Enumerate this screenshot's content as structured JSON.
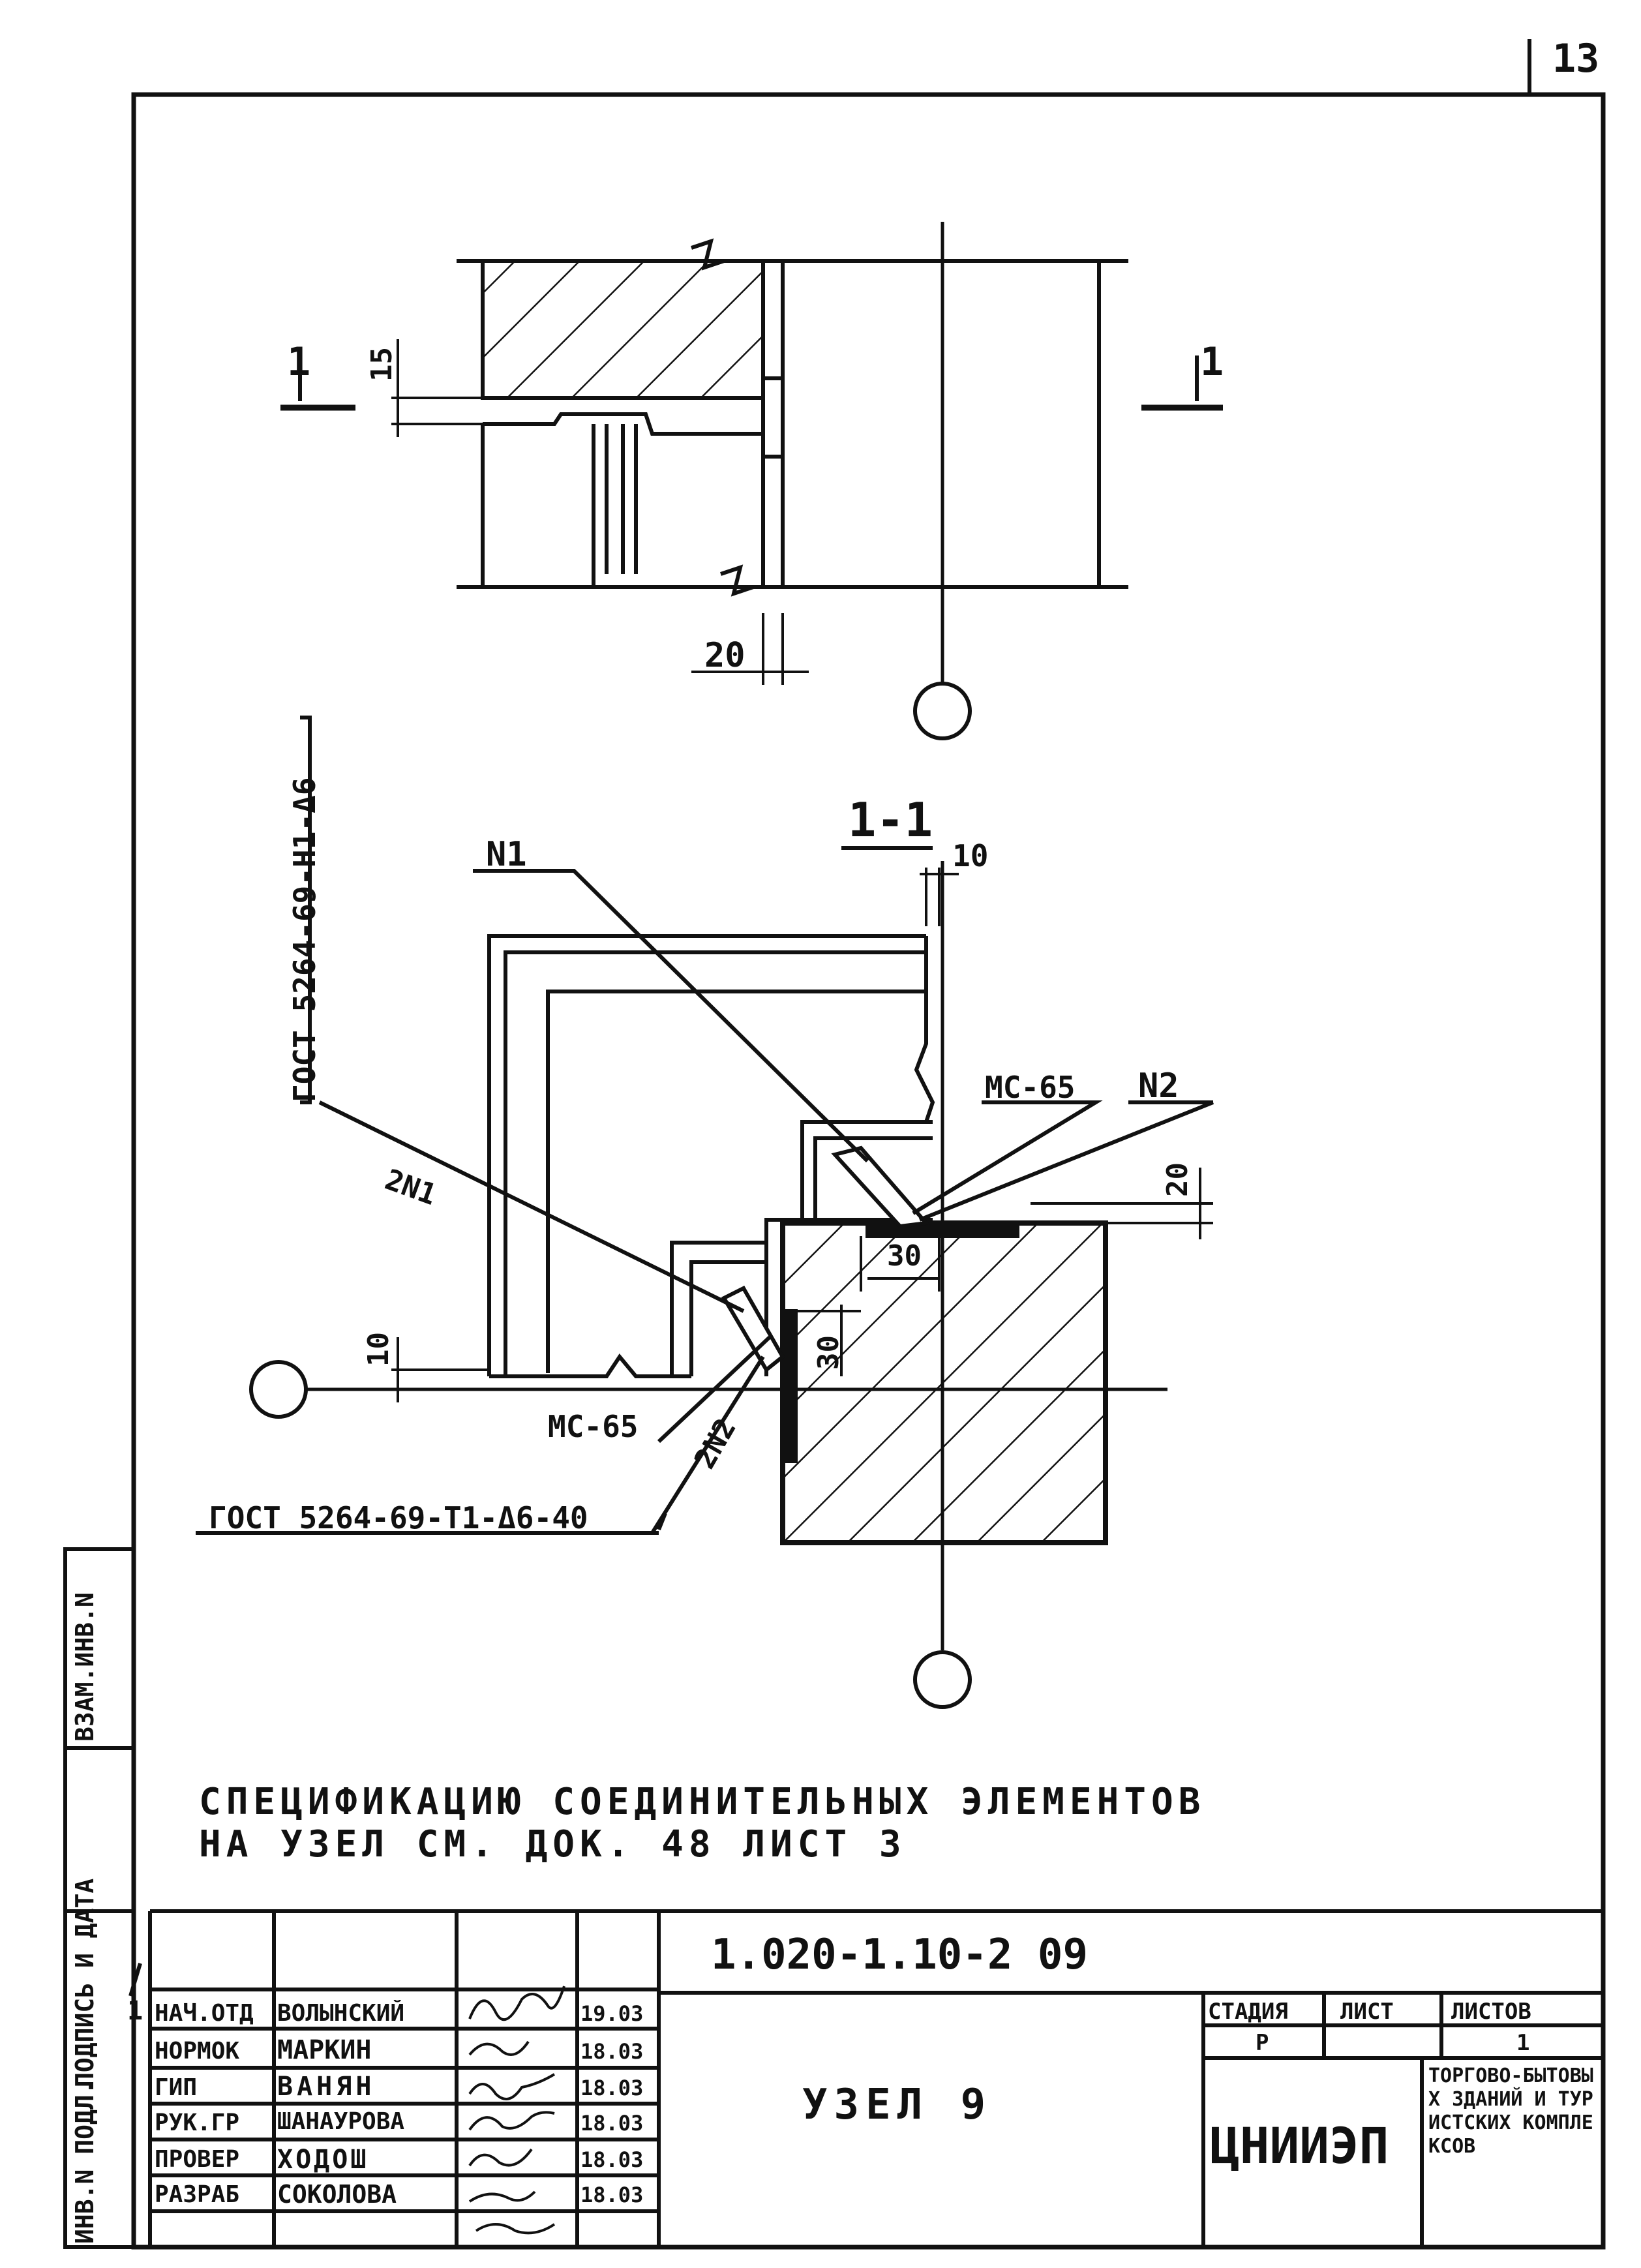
{
  "page": {
    "number": "13"
  },
  "drawing": {
    "top_dims": {
      "d15": "15",
      "d20": "20"
    },
    "section_marks": {
      "left": "1",
      "right": "1"
    },
    "section_title": "1-1",
    "labels": {
      "n1": "N1",
      "n2": "N2",
      "mc65_top": "МС-65",
      "mc65_bottom": "МС-65",
      "two_n1": "2N1",
      "two_n2": "2N2",
      "gost_vertical": "ГОСТ 5264-69-Н1-Δ6",
      "gost_bottom": "ГОСТ 5264-69-Т1-Δ6-40"
    },
    "section_dims": {
      "d10_top": "10",
      "d20": "20",
      "d30_h": "30",
      "d30_v": "30",
      "d10_left": "10"
    }
  },
  "specification": {
    "line1": "СПЕЦИФИКАЦИЮ  СОЕДИНИТЕЛЬНЫХ ЭЛЕМЕНТОВ",
    "line2": "НА УЗЕЛ СМ. ДОК. 48 ЛИСТ 3"
  },
  "left_strip": {
    "inv_podl": "ИНВ.N ПОДЛ.",
    "podpis": "ПОДПИСЬ И ДАТА",
    "vzam": "ВЗАМ.ИНВ.N"
  },
  "title_block": {
    "document_code": "1.020-1.10-2 09",
    "sheet_title": "УЗЕЛ 9",
    "row_marker": "1",
    "signatures": [
      {
        "role": "НАЧ.ОТД",
        "name": "ВОЛЫНСКИЙ",
        "date": "19.03"
      },
      {
        "role": "НОРМОК",
        "name": "МАРКИН",
        "date": "18.03"
      },
      {
        "role": "ГИП",
        "name": "ВАНЯН",
        "date": "18.03"
      },
      {
        "role": "РУК.ГР",
        "name": "ШАНАУРОВА",
        "date": "18.03"
      },
      {
        "role": "ПРОВЕР",
        "name": "ХОДОШ",
        "date": "18.03"
      },
      {
        "role": "РАЗРАБ",
        "name": "СОКОЛОВА",
        "date": "18.03"
      }
    ],
    "stage_header": "СТАДИЯ",
    "sheet_header": "ЛИСТ",
    "sheets_header": "ЛИСТОВ",
    "stage_value": "Р",
    "sheet_value": "",
    "sheets_value": "1",
    "org_logo": "ЦНИИЭП",
    "org_name": "ТОРГОВО-БЫТОВЫХ ЗДАНИЙ И ТУРИСТСКИХ КОМПЛЕКСОВ"
  }
}
